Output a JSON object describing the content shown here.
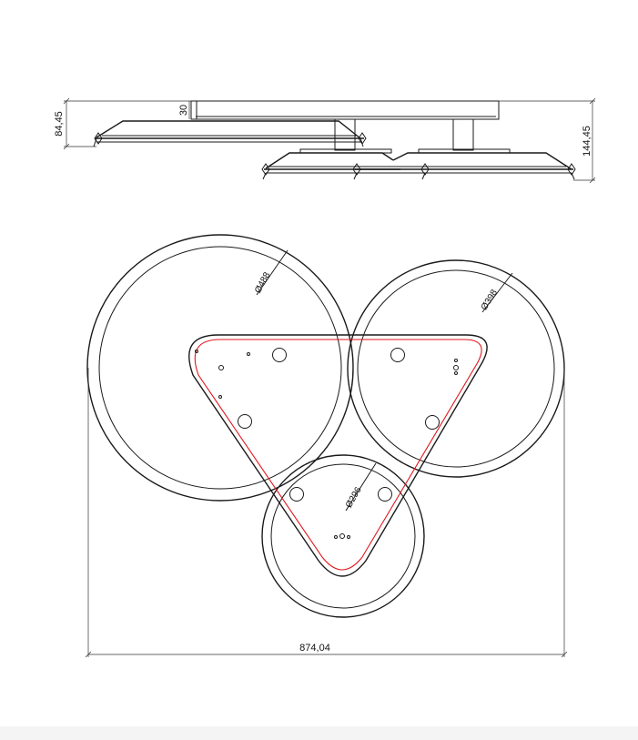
{
  "drawing": {
    "side_view": {
      "height_left": "84,45",
      "height_right": "144,45",
      "canopy_thickness": "30"
    },
    "plan_view": {
      "overall_width": "874,04",
      "rings": [
        {
          "id": "large",
          "diameter_label": "Ø488"
        },
        {
          "id": "medium",
          "diameter_label": "Ø398"
        },
        {
          "id": "small",
          "diameter_label": "Ø296"
        }
      ]
    },
    "colors": {
      "line": "#1a1a1a",
      "outline_accent": "#e0161b"
    }
  }
}
